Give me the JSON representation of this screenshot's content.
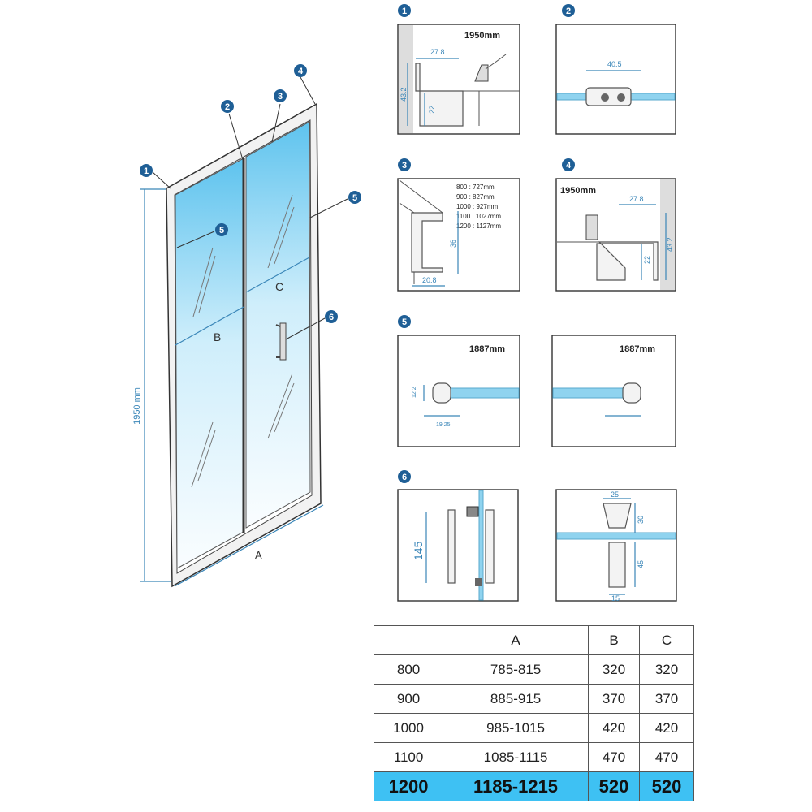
{
  "main_drawing": {
    "height_label": "1950 mm",
    "width_label_a": "A",
    "panel_label_b": "B",
    "panel_label_c": "C",
    "markers": [
      "1",
      "2",
      "3",
      "4",
      "5",
      "5",
      "6"
    ]
  },
  "details": {
    "d1": {
      "marker": "1",
      "height": "1950mm",
      "width": "27.8",
      "depth": "43.2",
      "inner": "22"
    },
    "d2": {
      "marker": "2",
      "width": "40.5"
    },
    "d3": {
      "marker": "3",
      "sizes": [
        "800 : 727mm",
        "900 : 827mm",
        "1000 : 927mm",
        "1100 : 1027mm",
        "1200 : 1127mm"
      ],
      "width": "20.8",
      "height": "36"
    },
    "d4": {
      "marker": "4",
      "height": "1950mm",
      "width": "27.8",
      "depth": "43.2",
      "inner": "22"
    },
    "d5": {
      "marker": "5",
      "height_a": "1887mm",
      "height_b": "1887mm",
      "thick": "12.2",
      "width": "19.25"
    },
    "d6": {
      "marker": "6",
      "length": "145",
      "top_w": "25",
      "top_h": "30",
      "bottom_h": "45",
      "bottom_w": "15"
    }
  },
  "table": {
    "headers": [
      "",
      "A",
      "B",
      "C"
    ],
    "rows": [
      [
        "800",
        "785-815",
        "320",
        "320"
      ],
      [
        "900",
        "885-915",
        "370",
        "370"
      ],
      [
        "1000",
        "985-1015",
        "420",
        "420"
      ],
      [
        "1100",
        "1085-1115",
        "470",
        "470"
      ],
      [
        "1200",
        "1185-1215",
        "520",
        "520"
      ]
    ],
    "highlight_color": "#3ec1f3"
  }
}
